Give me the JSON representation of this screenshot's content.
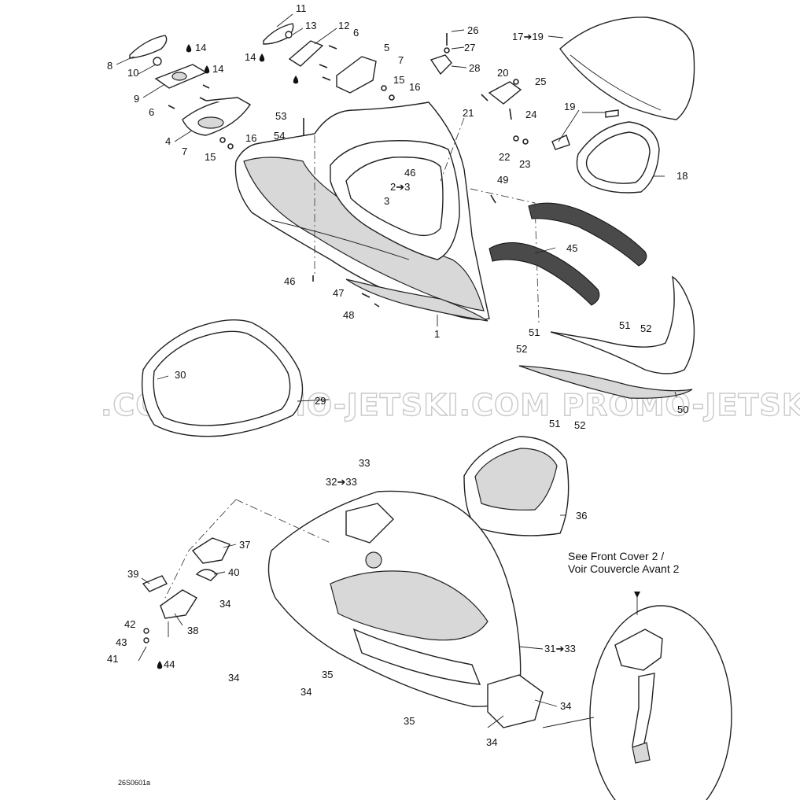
{
  "diagram": {
    "ref_code": "26S0601a",
    "watermark": ".COM    PROMO-JETSKI.COM    PROMO-JETSKI",
    "note": {
      "line1": "See Front Cover 2 /",
      "line2": "Voir Couvercle Avant 2"
    },
    "labels": [
      {
        "id": "l11",
        "text": "11"
      },
      {
        "id": "l13",
        "text": "13"
      },
      {
        "id": "l12",
        "text": "12"
      },
      {
        "id": "l6a",
        "text": "6"
      },
      {
        "id": "l5",
        "text": "5"
      },
      {
        "id": "l7a",
        "text": "7"
      },
      {
        "id": "l14a",
        "text": "14"
      },
      {
        "id": "l14b",
        "text": "14"
      },
      {
        "id": "l14c",
        "text": "14"
      },
      {
        "id": "l8",
        "text": "8"
      },
      {
        "id": "l10",
        "text": "10"
      },
      {
        "id": "l9",
        "text": "9"
      },
      {
        "id": "l6b",
        "text": "6"
      },
      {
        "id": "l4",
        "text": "4"
      },
      {
        "id": "l7b",
        "text": "7"
      },
      {
        "id": "l15a",
        "text": "15"
      },
      {
        "id": "l16a",
        "text": "16"
      },
      {
        "id": "l15b",
        "text": "15"
      },
      {
        "id": "l16b",
        "text": "16"
      },
      {
        "id": "l26",
        "text": "26"
      },
      {
        "id": "l27",
        "text": "27"
      },
      {
        "id": "l28",
        "text": "28"
      },
      {
        "id": "l17",
        "text": "17➔19"
      },
      {
        "id": "l20",
        "text": "20"
      },
      {
        "id": "l25",
        "text": "25"
      },
      {
        "id": "l21",
        "text": "21"
      },
      {
        "id": "l24",
        "text": "24"
      },
      {
        "id": "l19",
        "text": "19"
      },
      {
        "id": "l22",
        "text": "22"
      },
      {
        "id": "l23",
        "text": "23"
      },
      {
        "id": "l18",
        "text": "18"
      },
      {
        "id": "l53",
        "text": "53"
      },
      {
        "id": "l54",
        "text": "54"
      },
      {
        "id": "l46a",
        "text": "46"
      },
      {
        "id": "l23b",
        "text": "2➔3"
      },
      {
        "id": "l3",
        "text": "3"
      },
      {
        "id": "l49",
        "text": "49"
      },
      {
        "id": "l45",
        "text": "45"
      },
      {
        "id": "l46b",
        "text": "46"
      },
      {
        "id": "l47",
        "text": "47"
      },
      {
        "id": "l48",
        "text": "48"
      },
      {
        "id": "l1",
        "text": "1"
      },
      {
        "id": "l51a",
        "text": "51"
      },
      {
        "id": "l52a",
        "text": "52"
      },
      {
        "id": "l51b",
        "text": "51"
      },
      {
        "id": "l52b",
        "text": "52"
      },
      {
        "id": "l50",
        "text": "50"
      },
      {
        "id": "l51c",
        "text": "51"
      },
      {
        "id": "l52c",
        "text": "52"
      },
      {
        "id": "l30",
        "text": "30"
      },
      {
        "id": "l29",
        "text": "29"
      },
      {
        "id": "l33",
        "text": "33"
      },
      {
        "id": "l3233",
        "text": "32➔33"
      },
      {
        "id": "l36",
        "text": "36"
      },
      {
        "id": "l37",
        "text": "37"
      },
      {
        "id": "l39",
        "text": "39"
      },
      {
        "id": "l40",
        "text": "40"
      },
      {
        "id": "l34a",
        "text": "34"
      },
      {
        "id": "l38",
        "text": "38"
      },
      {
        "id": "l42",
        "text": "42"
      },
      {
        "id": "l43",
        "text": "43"
      },
      {
        "id": "l41",
        "text": "41"
      },
      {
        "id": "l44",
        "text": "44"
      },
      {
        "id": "l34b",
        "text": "34"
      },
      {
        "id": "l34c",
        "text": "34"
      },
      {
        "id": "l35a",
        "text": "35"
      },
      {
        "id": "l3133",
        "text": "31➔33"
      },
      {
        "id": "l35b",
        "text": "35"
      },
      {
        "id": "l34d",
        "text": "34"
      },
      {
        "id": "l34e",
        "text": "34"
      }
    ],
    "colors": {
      "ink": "#111111",
      "shade": "#d8d8d8",
      "hose": "#4a4a4a",
      "watermark": "#c9c9c9"
    },
    "icons": [
      "oil-drop-icon"
    ]
  }
}
